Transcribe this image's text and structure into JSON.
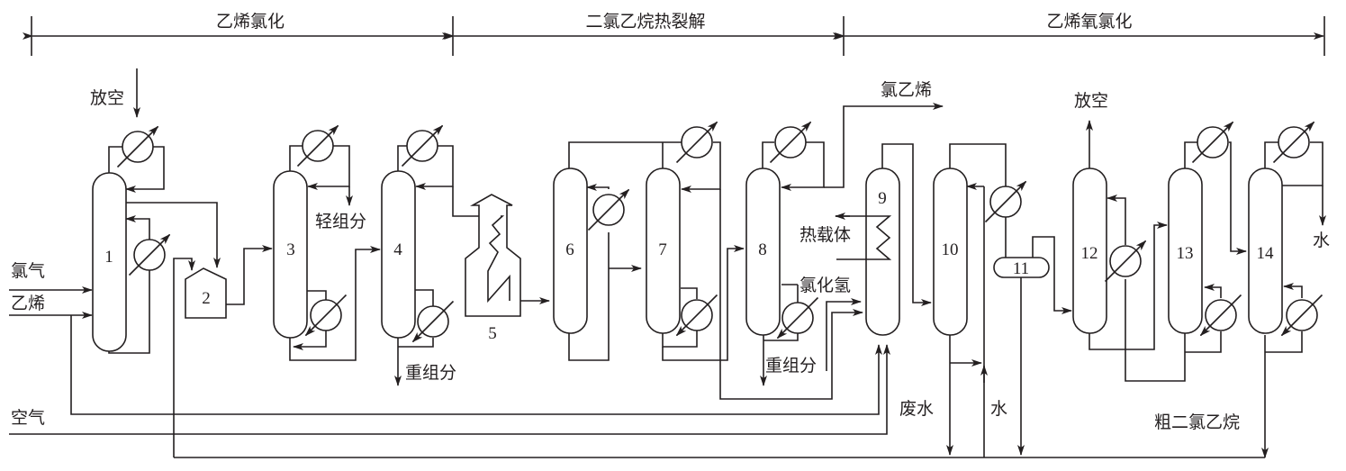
{
  "sections": [
    {
      "label": "乙烯氯化"
    },
    {
      "label": "二氯乙烷热裂解"
    },
    {
      "label": "乙烯氧氯化"
    }
  ],
  "equipment": [
    {
      "id": "1",
      "type": "column"
    },
    {
      "id": "2",
      "type": "reactor"
    },
    {
      "id": "3",
      "type": "column"
    },
    {
      "id": "4",
      "type": "column"
    },
    {
      "id": "5",
      "type": "furnace"
    },
    {
      "id": "6",
      "type": "column"
    },
    {
      "id": "7",
      "type": "column"
    },
    {
      "id": "8",
      "type": "column"
    },
    {
      "id": "9",
      "type": "reactor"
    },
    {
      "id": "10",
      "type": "column"
    },
    {
      "id": "11",
      "type": "drum"
    },
    {
      "id": "12",
      "type": "column"
    },
    {
      "id": "13",
      "type": "column"
    },
    {
      "id": "14",
      "type": "column"
    }
  ],
  "streams": {
    "vent_1": "放空",
    "chlorine": "氯气",
    "ethylene": "乙烯",
    "light_ends": "轻组分",
    "heavy_ends_4": "重组分",
    "vinyl_chloride": "氯乙烯",
    "heat_carrier": "热载体",
    "hydrogen_chloride": "氯化氢",
    "heavy_ends_8": "重组分",
    "air": "空气",
    "waste_water": "废水",
    "water_10": "水",
    "vent_12": "放空",
    "water_14": "水",
    "crude_edc": "粗二氯乙烷"
  }
}
